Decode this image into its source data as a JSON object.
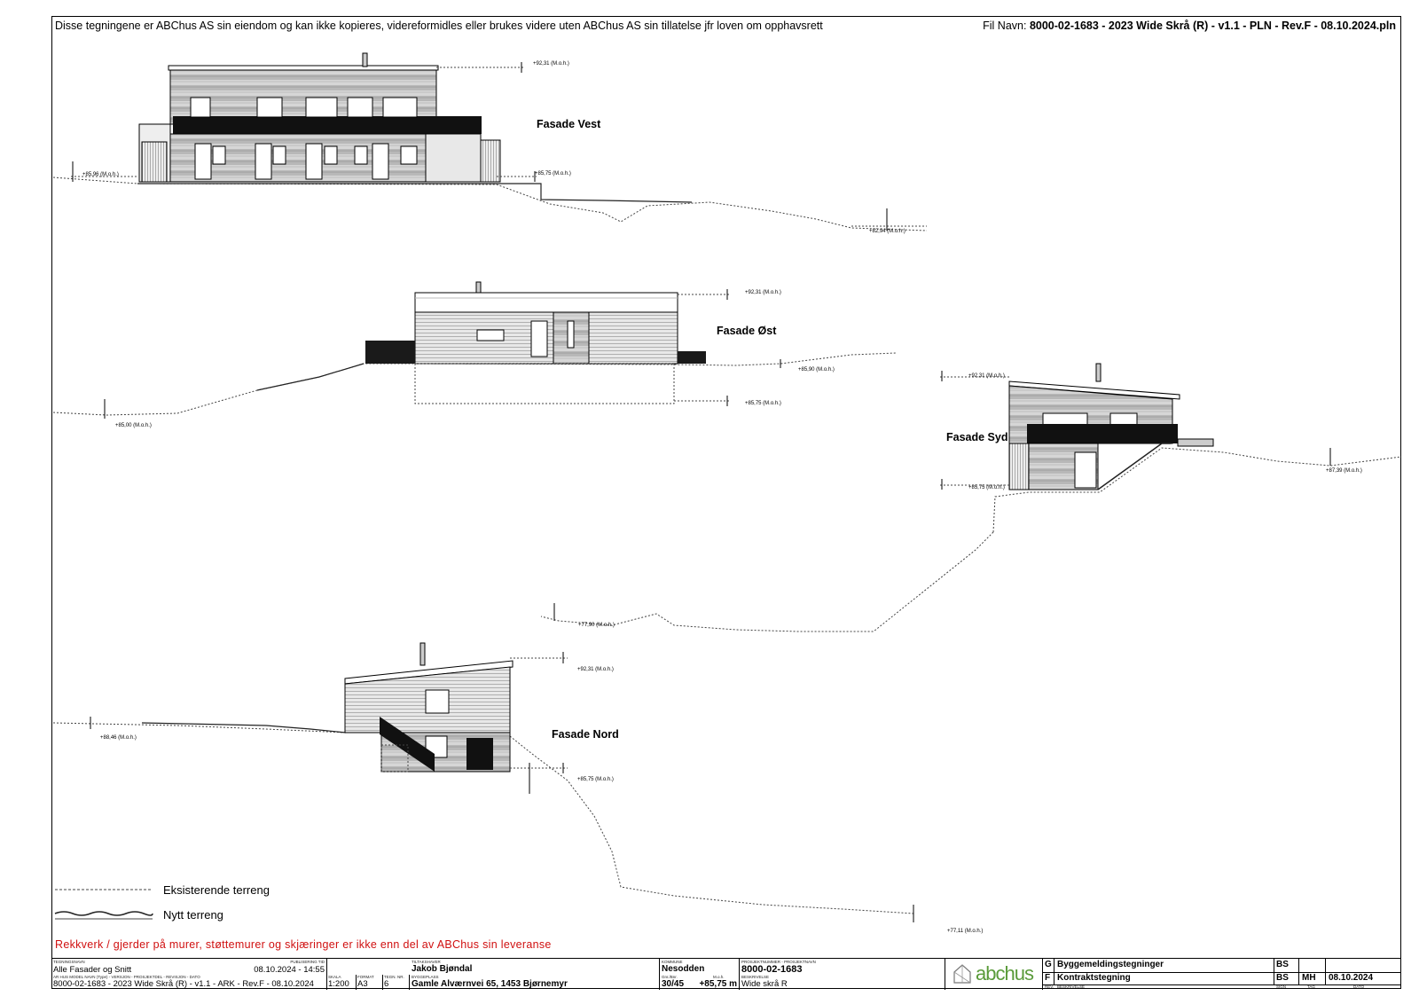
{
  "header": {
    "copyright": "Disse tegningene er ABChus AS sin eiendom og kan ikke kopieres, videreformidles eller brukes videre uten ABChus AS sin tillatelse jfr loven om opphavsrett",
    "file_label": "Fil Navn:",
    "file_name": "8000-02-1683 - 2023 Wide Skrå (R) - v1.1 - PLN - Rev.F - 08.10.2024.pln"
  },
  "views": {
    "vest": {
      "title": "Fasade Vest",
      "levels": [
        "+92,31 (M.o.h.)",
        "+85,75 (M.o.h.)",
        "+85,96 (M.o.h.)",
        "+82,94 (M.o.h.)"
      ]
    },
    "ost": {
      "title": "Fasade Øst",
      "levels": [
        "+92,31 (M.o.h.)",
        "+85,90 (M.o.h.)",
        "+85,75 (M.o.h.)",
        "+85,00 (M.o.h.)"
      ]
    },
    "syd": {
      "title": "Fasade Syd",
      "levels": [
        "+92,31 (M.o.h.)",
        "+85,75 (M.o.h.)",
        "+87,39 (M.o.h.)",
        "+77,90 (M.o.h.)"
      ]
    },
    "nord": {
      "title": "Fasade Nord",
      "levels": [
        "+92,31 (M.o.h.)",
        "+88,46 (M.o.h.)",
        "+85,75 (M.o.h.)",
        "+77,11 (M.o.h.)"
      ]
    }
  },
  "legend": {
    "existing": "Eksisterende terreng",
    "new": "Nytt terreng"
  },
  "notice": "Rekkverk / gjerder på murer, støttemurer og skjæringer er ikke enn del av ABChus sin leveranse",
  "title_block": {
    "drawing_name_label": "TEGNINGSNAVN",
    "drawing_name": "Alle Fasader og Snitt",
    "published_label": "PUBLISERING TID",
    "published": "08.10.2024 - 14:55",
    "model_label": "AR HUS MODEL NAVN (Type) - VERSJON - PROSJEKTDEL - REVISJON - DATO",
    "model": "8000-02-1683 - 2023 Wide Skrå (R) - v1.1 - ARK - Rev.F - 08.10.2024",
    "scale_label": "SKALA",
    "scale": "1:200",
    "format_label": "FORMAT",
    "format": "A3",
    "sheet_label": "TEGN. NR.",
    "sheet": "6",
    "owner_label": "TILTAKSHAVER",
    "owner": "Jakob Bjøndal",
    "site_label": "BYGGEPLASS",
    "site": "Gamle Alværnvei 65, 1453 Bjørnemyr",
    "municipality_label": "KOMMUNE",
    "municipality": "Nesodden",
    "gnr_label": "Gnr./Bnr.",
    "gnr": "30/45",
    "moh_label": "M.o.h.",
    "moh": "+85,75 m",
    "project_label": "PROSJEKTNUMMER - PROSJEKTNAVN",
    "project_number": "8000-02-1683",
    "description_label": "BESKRIVELSE",
    "description": "Wide skrå R",
    "logo_text": "abchus",
    "revisions": [
      {
        "rev": "G",
        "text": "Byggemeldingstegninger",
        "sign": "BS",
        "tag": "",
        "date": ""
      },
      {
        "rev": "F",
        "text": "Kontraktstegning",
        "sign": "BS",
        "tag": "MH",
        "date": "08.10.2024"
      }
    ],
    "rev_col_labels": {
      "rev": "REV.",
      "desc": "BESKRIVELSE",
      "sign": "SIGN",
      "tag": "TAG",
      "date": "DATO"
    }
  }
}
